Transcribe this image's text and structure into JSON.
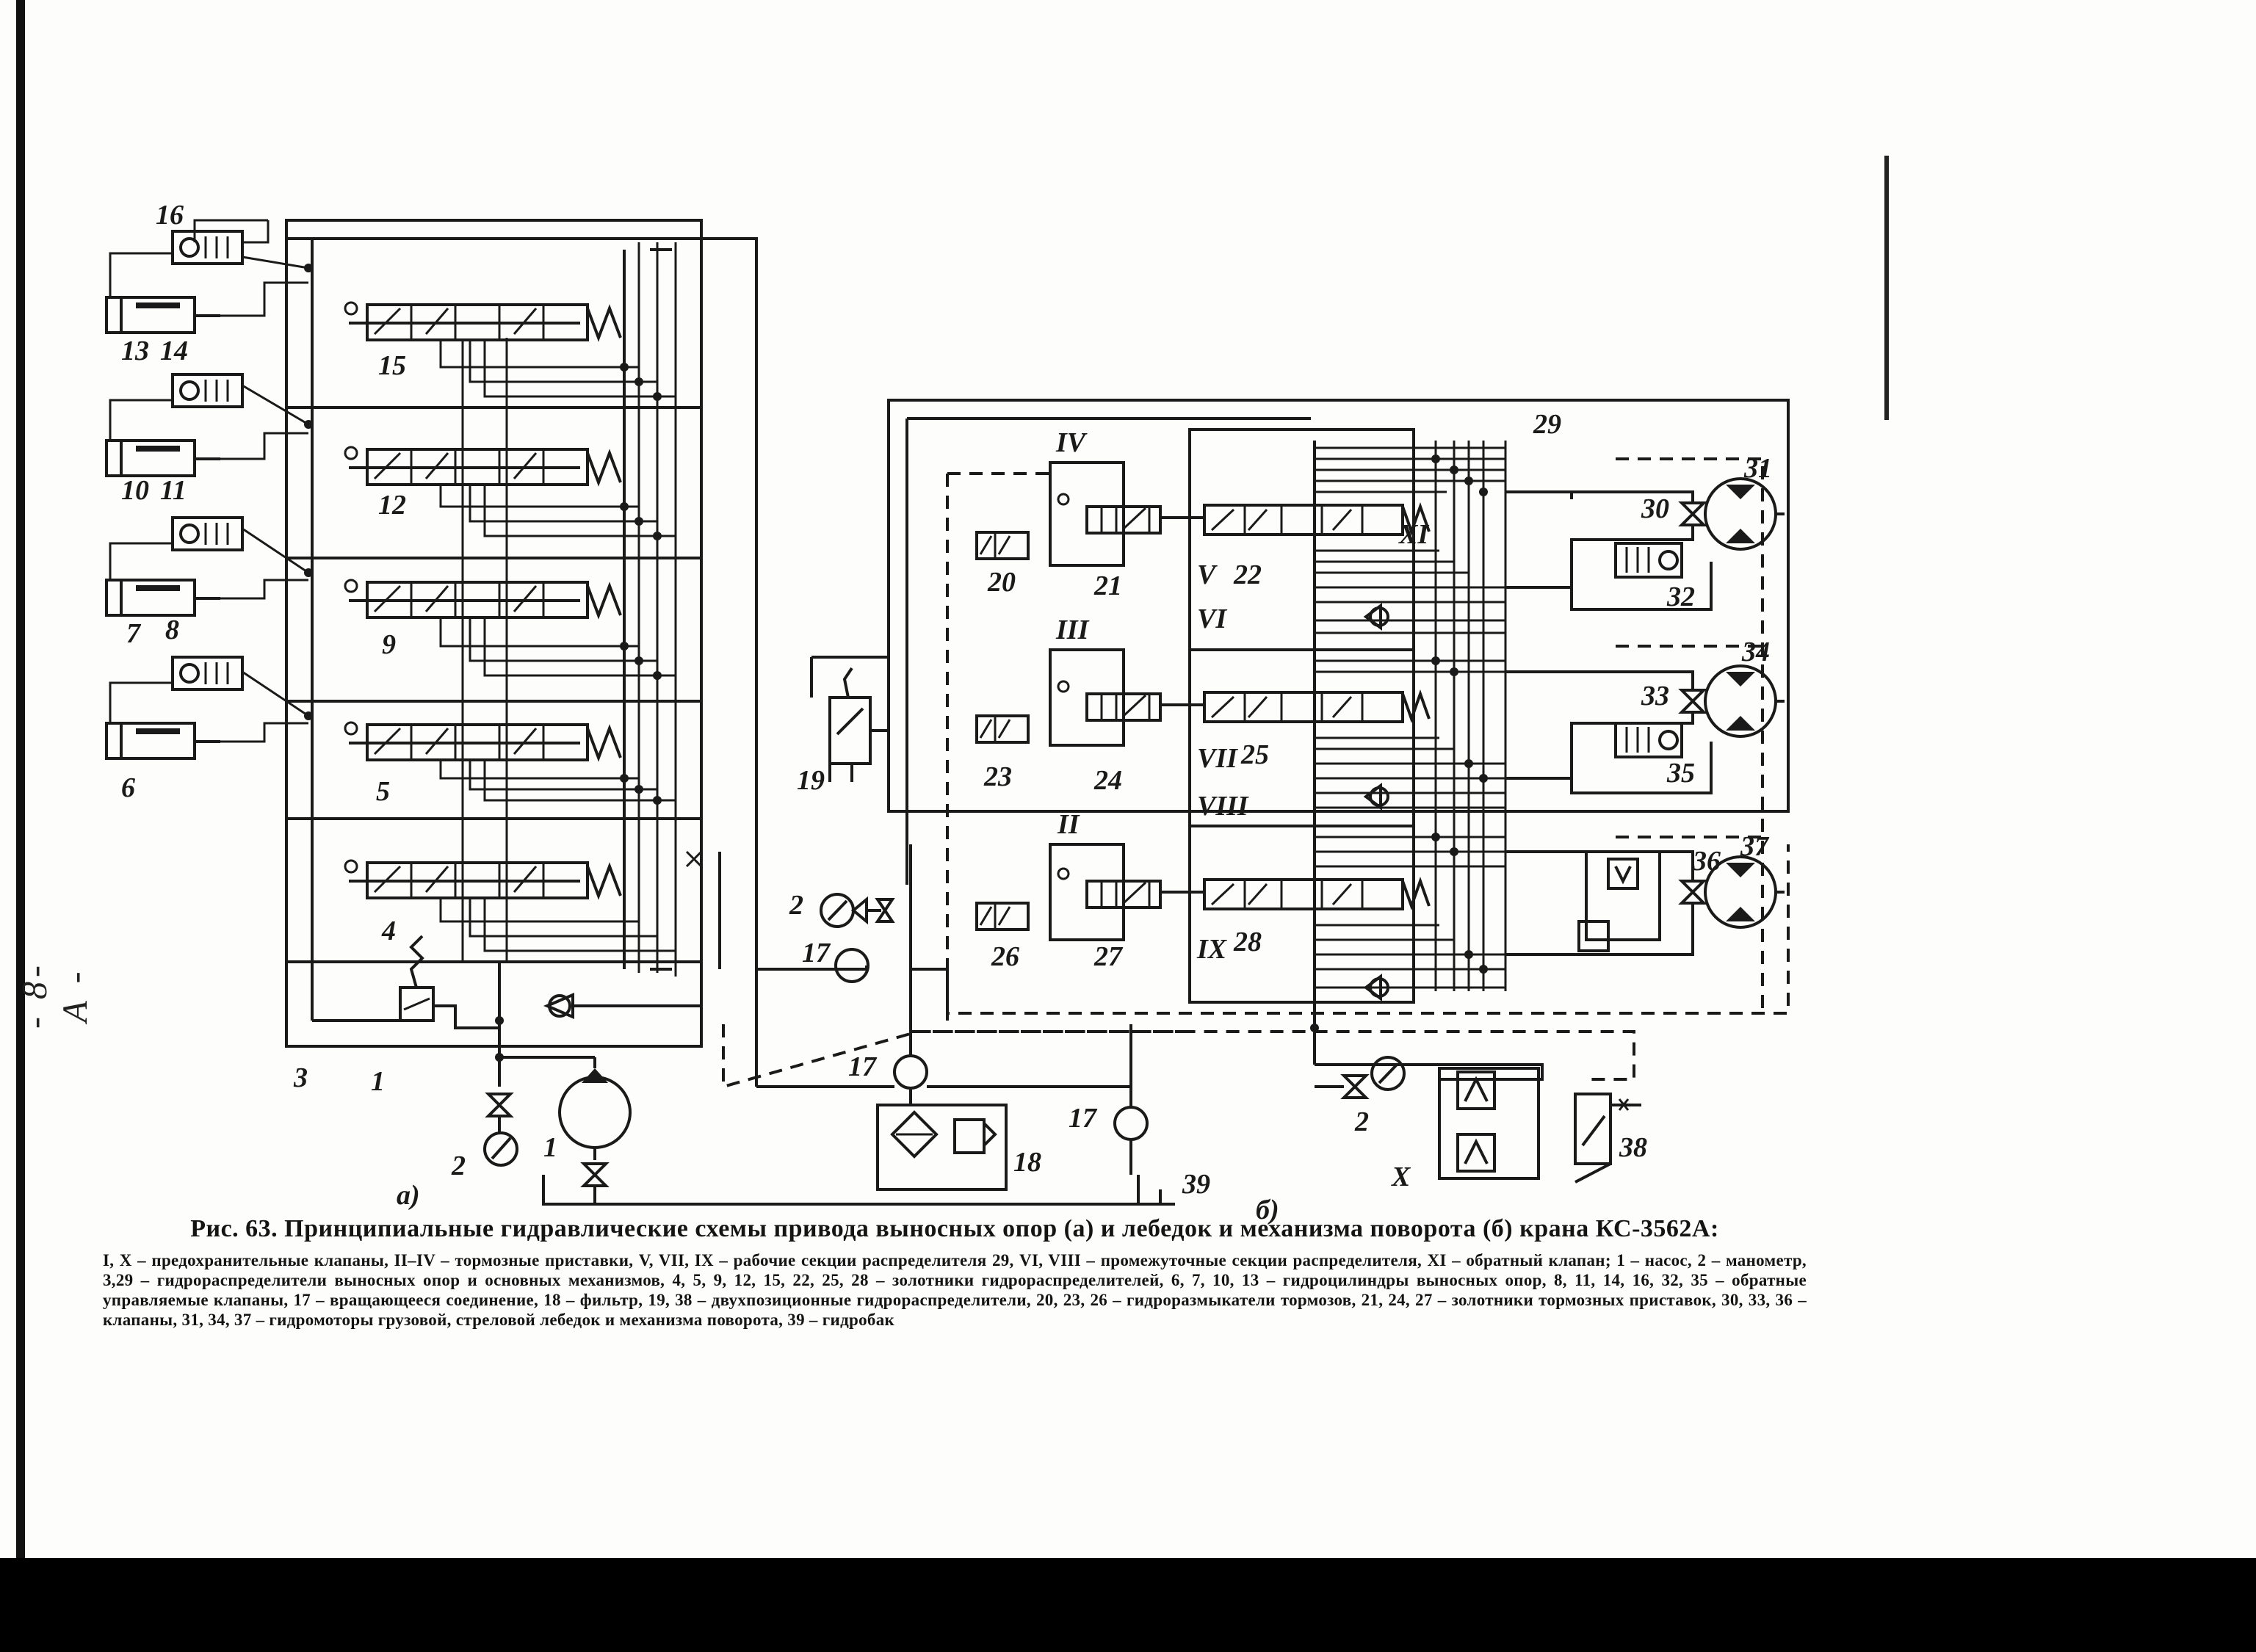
{
  "margin_note": "- 8-А -",
  "part_labels": {
    "a": "а)",
    "b": "б)"
  },
  "caption": {
    "title": "Рис. 63. Принципиальные гидравлические схемы привода выносных опор (а) и лебедок и механизма поворота (б) крана КС-3562А:",
    "body": "I, X – предохранительные клапаны, II–IV – тормозные приставки, V, VII, IX – рабочие секции распределителя 29, VI, VIII – промежуточные секции распределителя, XI – обратный клапан; 1 – насос, 2 – манометр, 3,29 – гидрораспределители выносных опор и основных механизмов, 4, 5, 9, 12, 15, 22, 25, 28 – золотники гидрораспределителей, 6, 7, 10, 13 – гидроцилиндры выносных опор, 8, 11, 14, 16, 32, 35 – обратные управляемые клапаны, 17 – вращающееся соединение, 18 – фильтр, 19, 38 – двухпозиционные гидрораспределители, 20, 23, 26 – гидроразмыкатели тормозов, 21, 24, 27 – золотники тормозных приставок, 30, 33, 36 – клапаны, 31, 34, 37 – гидромоторы грузовой, стреловой лебедок и механизма поворота, 39 – гидробак"
  },
  "labels_a": {
    "l16": "16",
    "l13": "13",
    "l14": "14",
    "l10": "10",
    "l11": "11",
    "l7": "7",
    "l8": "8",
    "l6": "6",
    "l15": "15",
    "l12": "12",
    "l9": "9",
    "l5": "5",
    "l4": "4",
    "l3": "3",
    "l1": "1",
    "l2": "2",
    "l1p": "1"
  },
  "labels_b": {
    "IV": "IV",
    "III": "III",
    "II": "II",
    "V": "V",
    "VI": "VI",
    "VII": "VII",
    "VIII": "VIII",
    "IX": "IX",
    "XI": "XI",
    "X": "X",
    "l20": "20",
    "l21": "21",
    "l22": "22",
    "l23": "23",
    "l24": "24",
    "l25": "25",
    "l26": "26",
    "l27": "27",
    "l28": "28",
    "l29": "29",
    "l30": "30",
    "l31": "31",
    "l32": "32",
    "l33": "33",
    "l34": "34",
    "l35": "35",
    "l36": "36",
    "l37": "37",
    "l38": "38",
    "l39": "39",
    "l19": "19",
    "l18": "18",
    "l17a": "17",
    "l17b": "17",
    "l17c": "17",
    "l2a": "2",
    "l2b": "2"
  }
}
